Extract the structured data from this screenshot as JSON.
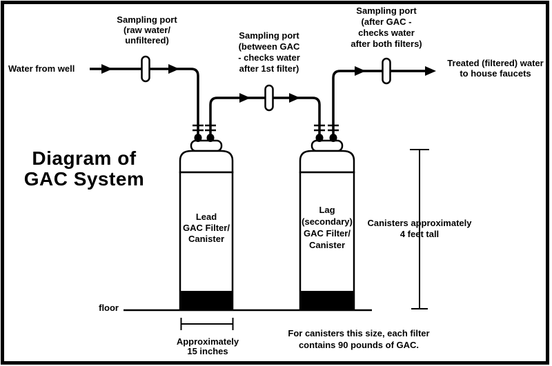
{
  "title": "Diagram of\nGAC System",
  "colors": {
    "ink": "#000000",
    "paper": "#ffffff"
  },
  "flow": {
    "source_label": "Water from well",
    "output_label": "Treated (filtered) water\nto house faucets"
  },
  "sampling_ports": {
    "raw": "Sampling port\n(raw water/\nunfiltered)",
    "between": "Sampling port\n(between GAC\n- checks water\nafter 1st filter)",
    "after": "Sampling port\n(after GAC -\nchecks water\nafter both filters)"
  },
  "canisters": {
    "lead_label": "Lead\nGAC Filter/\nCanister",
    "lag_label": "Lag\n(secondary)\nGAC Filter/\nCanister",
    "height_note": "Canisters approximately\n4 feet tall",
    "width_note": "Approximately\n15 inches",
    "contents_note": "For canisters this size, each filter\ncontains 90 pounds of GAC."
  },
  "floor_label": "floor"
}
